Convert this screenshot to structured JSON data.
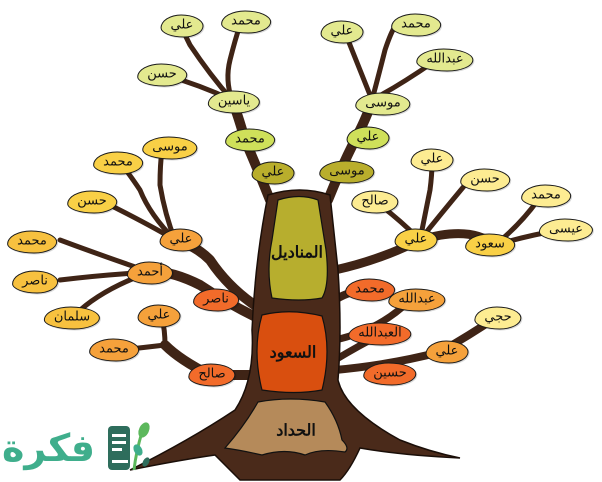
{
  "diagram": {
    "type": "family-tree",
    "trunk_sections": [
      {
        "id": "manadil",
        "label": "المناديل",
        "color": "#b7ae2e"
      },
      {
        "id": "saood",
        "label": "السعود",
        "color": "#d94f0f"
      },
      {
        "id": "haddad",
        "label": "الحداد",
        "color": "#b58a5a"
      }
    ],
    "colors": {
      "trunk": "#4a2a1a",
      "branch": "#3f2416",
      "lime": "#e3e98f",
      "green": "#cfe05a",
      "olive": "#b9ae2c",
      "light_yellow": "#fdec92",
      "yellow": "#f9d046",
      "gold": "#f7c13f",
      "orange": "#f5a13b",
      "dark_orange": "#f26b2a",
      "logo": "#3fae8c"
    },
    "nodes": {
      "top_left": {
        "ali_root": "علي",
        "mohammed": "محمد",
        "yaseen": "ياسين",
        "children": [
          "علي",
          "محمد",
          "حسن"
        ]
      },
      "top_right": {
        "musa_root": "موسى",
        "ali": "علي",
        "musa": "موسى",
        "children": [
          "علي",
          "محمد",
          "عبدالله"
        ]
      },
      "left": {
        "nasser": "ناصر",
        "ali": "علي",
        "ali_children": [
          "موسى",
          "محمد",
          "حسن"
        ],
        "ahmed": "أحمد",
        "ahmed_children": [
          "محمد",
          "ناصر",
          "سلمان"
        ]
      },
      "lower_left": {
        "saleh": "صالح",
        "children": [
          "علي",
          "محمد"
        ]
      },
      "right": {
        "mohammed": "محمد",
        "ali": "علي",
        "ali_children": [
          "علي",
          "حسن",
          "صالح"
        ],
        "saood": "سعود",
        "saood_children": [
          "محمد",
          "عيسى"
        ]
      },
      "lower_right": {
        "alabdullah": "العبدالله",
        "abdullah": "عبدالله",
        "hussein": "حسين",
        "ali": "علي",
        "hajji": "حجي"
      }
    }
  },
  "logo": {
    "text": "فكرة",
    "icon": "book-leaf-icon"
  }
}
